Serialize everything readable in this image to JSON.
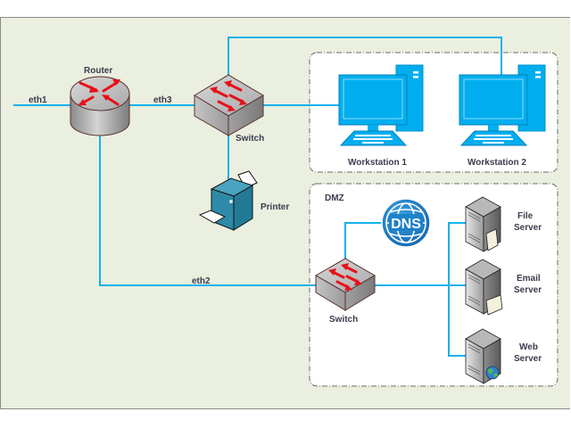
{
  "diagram": {
    "colors": {
      "background": "#eaefdf",
      "link": "#12b2ec",
      "label": "#3b3b4f",
      "zone_fill": "#ffffff",
      "zone_border": "#6b6b6b",
      "device_arrow": "#e8101a",
      "workstation": "#00aeef",
      "dns": "#1f82c8",
      "printer": "#2e8aa8"
    },
    "devices": {
      "router": {
        "label": "Router",
        "icon": "router-icon"
      },
      "switch_main": {
        "label": "Switch",
        "icon": "switch-icon"
      },
      "printer": {
        "label": "Printer",
        "icon": "printer-icon"
      },
      "workstation_1": {
        "label": "Workstation 1",
        "icon": "workstation-icon"
      },
      "workstation_2": {
        "label": "Workstation 2",
        "icon": "workstation-icon"
      },
      "switch_dmz": {
        "label": "Switch",
        "icon": "switch-icon"
      },
      "dns": {
        "label": "DNS",
        "icon": "dns-globe-icon"
      },
      "file_server": {
        "label_line1": "File",
        "label_line2": "Server",
        "icon": "file-server-icon"
      },
      "email_server": {
        "label_line1": "Email",
        "label_line2": "Server",
        "icon": "email-server-icon"
      },
      "web_server": {
        "label_line1": "Web",
        "label_line2": "Server",
        "icon": "web-server-icon"
      }
    },
    "links": {
      "eth1": "eth1",
      "eth2": "eth2",
      "eth3": "eth3"
    },
    "zones": {
      "lan": {
        "label": ""
      },
      "dmz": {
        "label": "DMZ"
      }
    }
  }
}
